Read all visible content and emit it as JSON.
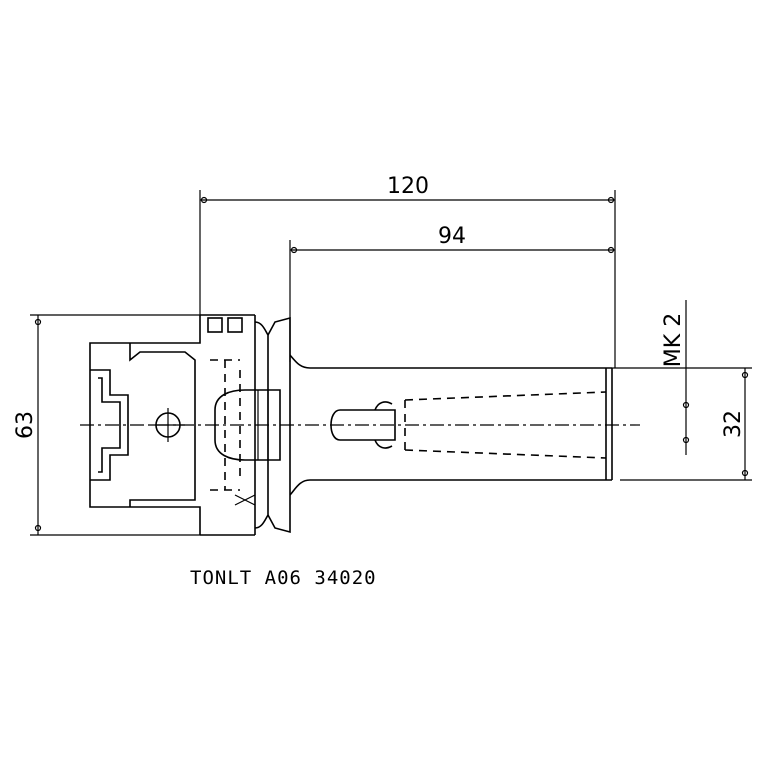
{
  "dimensions": {
    "overall_length": "120",
    "shank_length": "94",
    "flange_diameter": "63",
    "shank_diameter": "32",
    "taper": "MK 2"
  },
  "caption": "TONLT A06 34020"
}
